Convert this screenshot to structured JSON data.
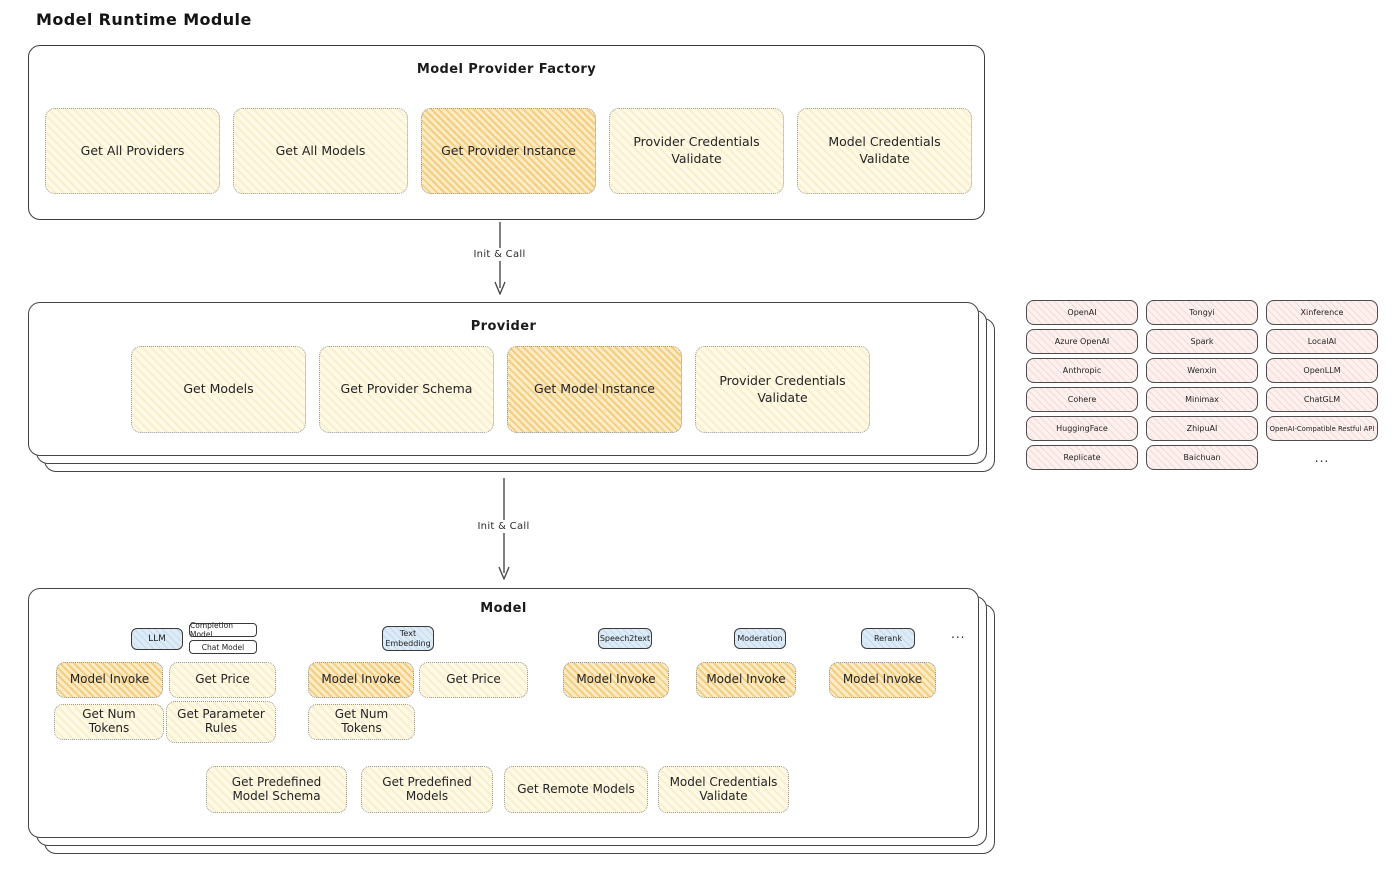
{
  "page": {
    "title": "Model Runtime Module"
  },
  "arrows": {
    "label1": "Init & Call",
    "label2": "Init & Call"
  },
  "factory": {
    "title": "Model Provider Factory",
    "buttons": [
      {
        "label": "Get All Providers",
        "highlighted": false
      },
      {
        "label": "Get All Models",
        "highlighted": false
      },
      {
        "label": "Get Provider Instance",
        "highlighted": true
      },
      {
        "label": "Provider Credentials Validate",
        "highlighted": false
      },
      {
        "label": "Model Credentials Validate",
        "highlighted": false
      }
    ]
  },
  "provider": {
    "title": "Provider",
    "buttons": [
      {
        "label": "Get Models",
        "highlighted": false
      },
      {
        "label": "Get Provider Schema",
        "highlighted": false
      },
      {
        "label": "Get Model Instance",
        "highlighted": true
      },
      {
        "label": "Provider Credentials Validate",
        "highlighted": false
      }
    ]
  },
  "providers": {
    "items": [
      "OpenAI",
      "Tongyi",
      "Xinference",
      "Azure OpenAI",
      "Spark",
      "LocalAI",
      "Anthropic",
      "Wenxin",
      "OpenLLM",
      "Cohere",
      "Minimax",
      "ChatGLM",
      "HuggingFace",
      "ZhipuAI",
      "OpenAI-Compatible Restful API",
      "Replicate",
      "Baichuan"
    ],
    "more": "..."
  },
  "model": {
    "title": "Model",
    "tabs": {
      "llm": "LLM",
      "completion": "Completion Model",
      "chat": "Chat Model",
      "text_embedding": "Text Embedding",
      "speech2text": "Speech2text",
      "moderation": "Moderation",
      "rerank": "Rerank",
      "more": "..."
    },
    "actions": {
      "model_invoke": "Model Invoke",
      "get_price": "Get Price",
      "get_num_tokens": "Get Num Tokens",
      "get_parameter_rules": "Get Parameter Rules",
      "get_predefined_model_schema": "Get Predefined Model Schema",
      "get_predefined_models": "Get Predefined Models",
      "get_remote_models": "Get Remote Models",
      "model_credentials_validate": "Model Credentials Validate"
    }
  },
  "colors": {
    "node_cream": "#fefae6",
    "node_highlight": "#fcecc3",
    "provider_pink": "#fdf1f0",
    "tab_blue": "#ddebf7",
    "stroke": "#3c3c3c"
  }
}
